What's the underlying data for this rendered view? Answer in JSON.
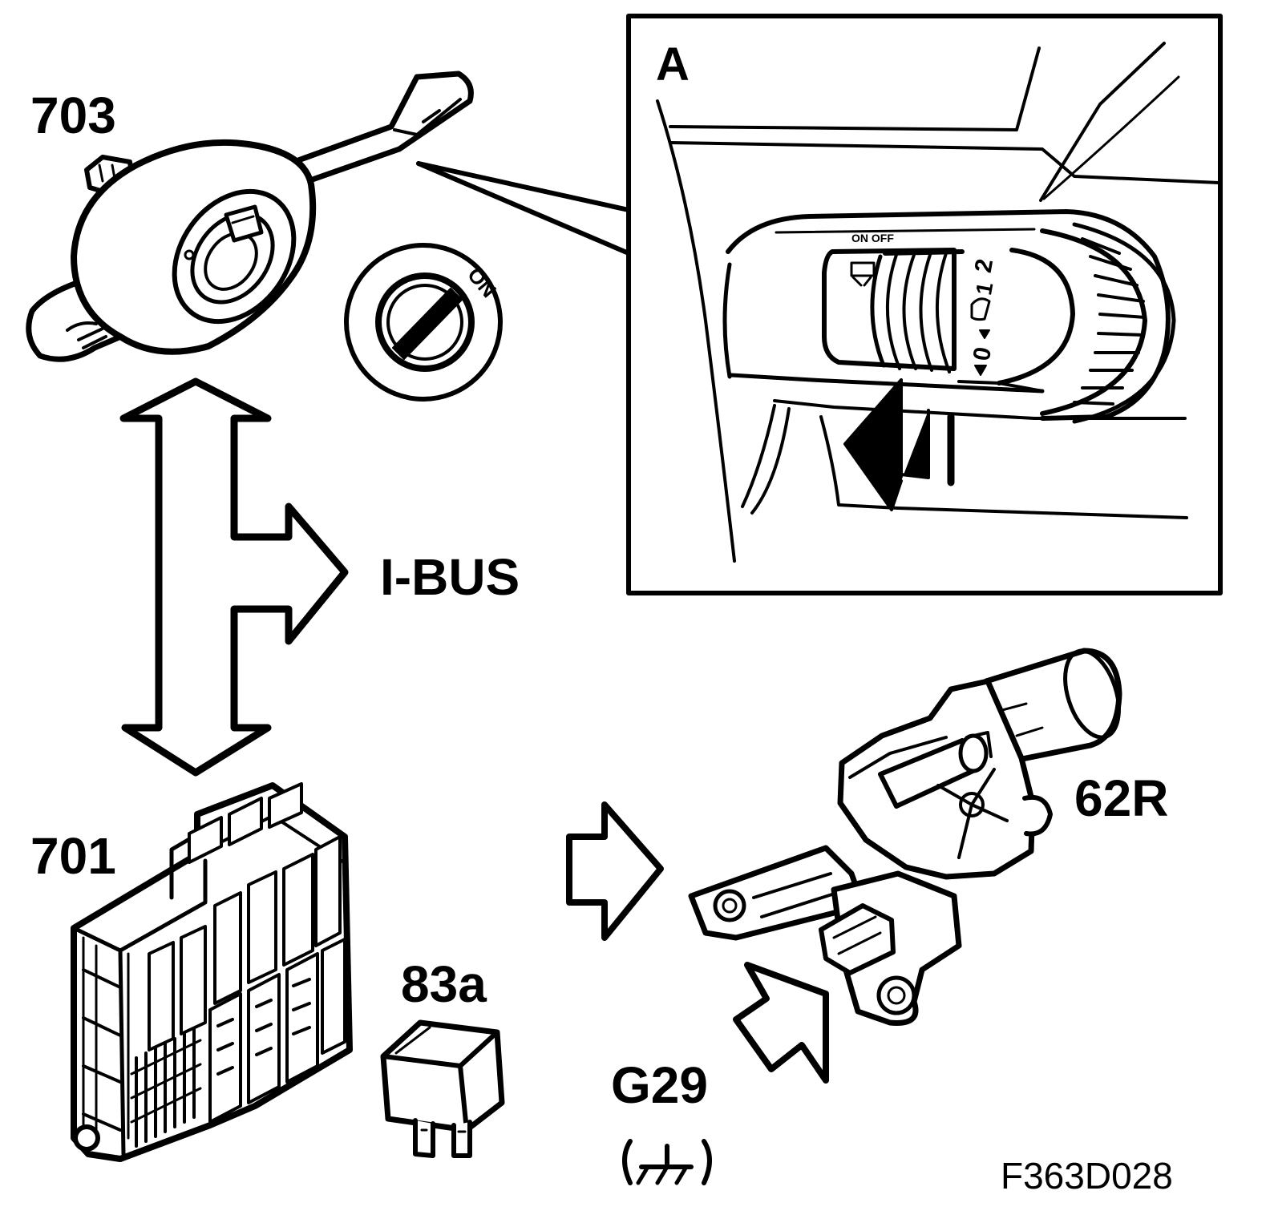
{
  "labels": {
    "switch_unit": "703",
    "inset": "A",
    "bus": "I-BUS",
    "central_module": "701",
    "relay": "83a",
    "wiper_motor": "62R",
    "ground_point": "G29",
    "figure_code": "F363D028"
  },
  "ignition": {
    "position_label": "ON"
  },
  "inset_details": {
    "switch_text": "ON OFF",
    "positions": [
      "2",
      "1",
      "0"
    ]
  }
}
